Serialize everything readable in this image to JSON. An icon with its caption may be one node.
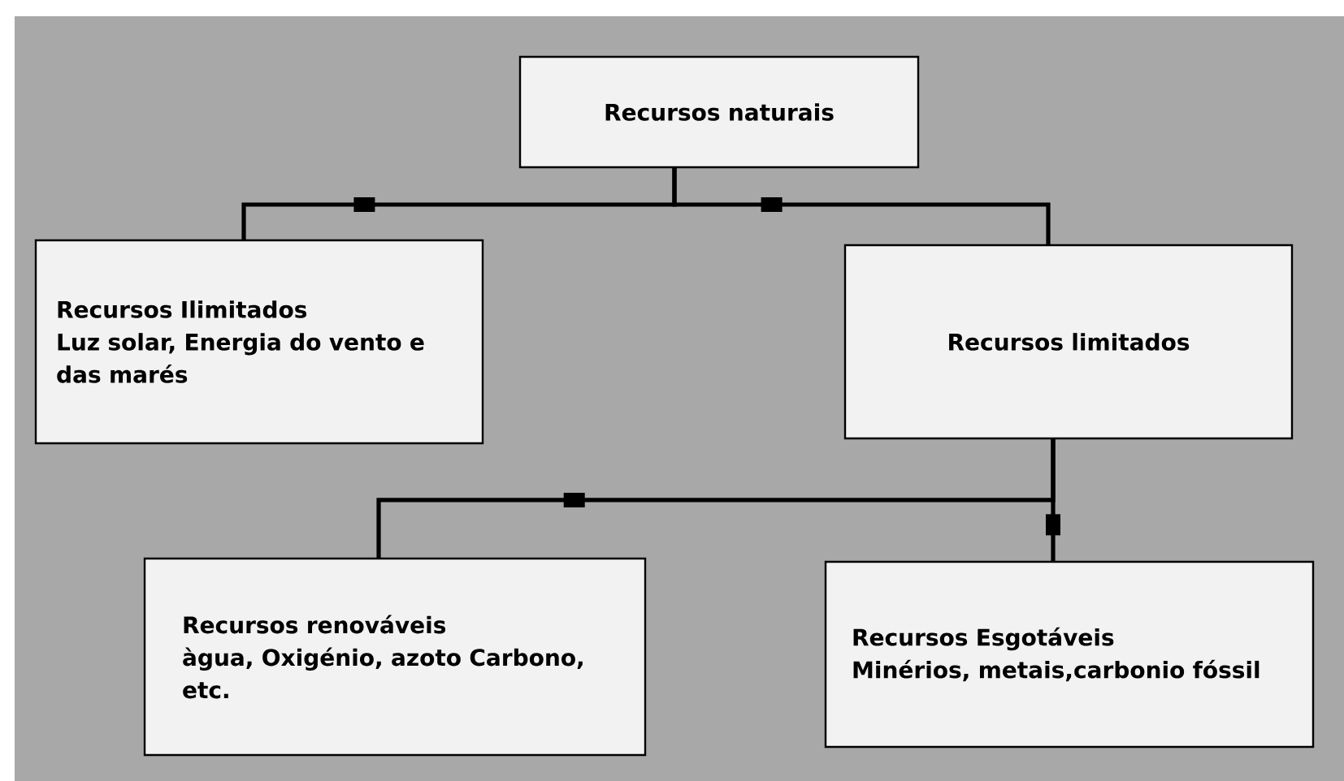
{
  "diagram": {
    "nodes": [
      {
        "text": [
          "Recursos naturais"
        ]
      },
      {
        "text": [
          "Recursos Ilimitados",
          "Luz solar, Energia do vento e das marés"
        ]
      },
      {
        "text": [
          "Recursos limitados"
        ]
      },
      {
        "text": [
          "Recursos renováveis",
          "àgua, Oxigénio, azoto Carbono, etc."
        ]
      },
      {
        "text": [
          "Recursos Esgotáveis",
          "Minérios, metais,carbonio fóssil"
        ]
      }
    ],
    "edges": [
      {
        "from": 0,
        "to": 1,
        "arrow": "none"
      },
      {
        "from": 0,
        "to": 2,
        "arrow": "none"
      },
      {
        "from": 2,
        "to": 3,
        "arrow": "none"
      },
      {
        "from": 2,
        "to": 4,
        "arrow": "none"
      }
    ]
  }
}
